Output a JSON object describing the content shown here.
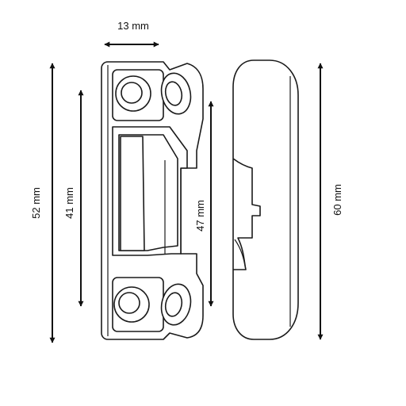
{
  "dimensions": {
    "width_top": "13 mm",
    "height_outer_left": "52 mm",
    "height_inner_left": "41 mm",
    "height_middle": "47 mm",
    "height_side_view": "60 mm"
  },
  "colors": {
    "line": "#111111",
    "fill": "#ffffff"
  }
}
